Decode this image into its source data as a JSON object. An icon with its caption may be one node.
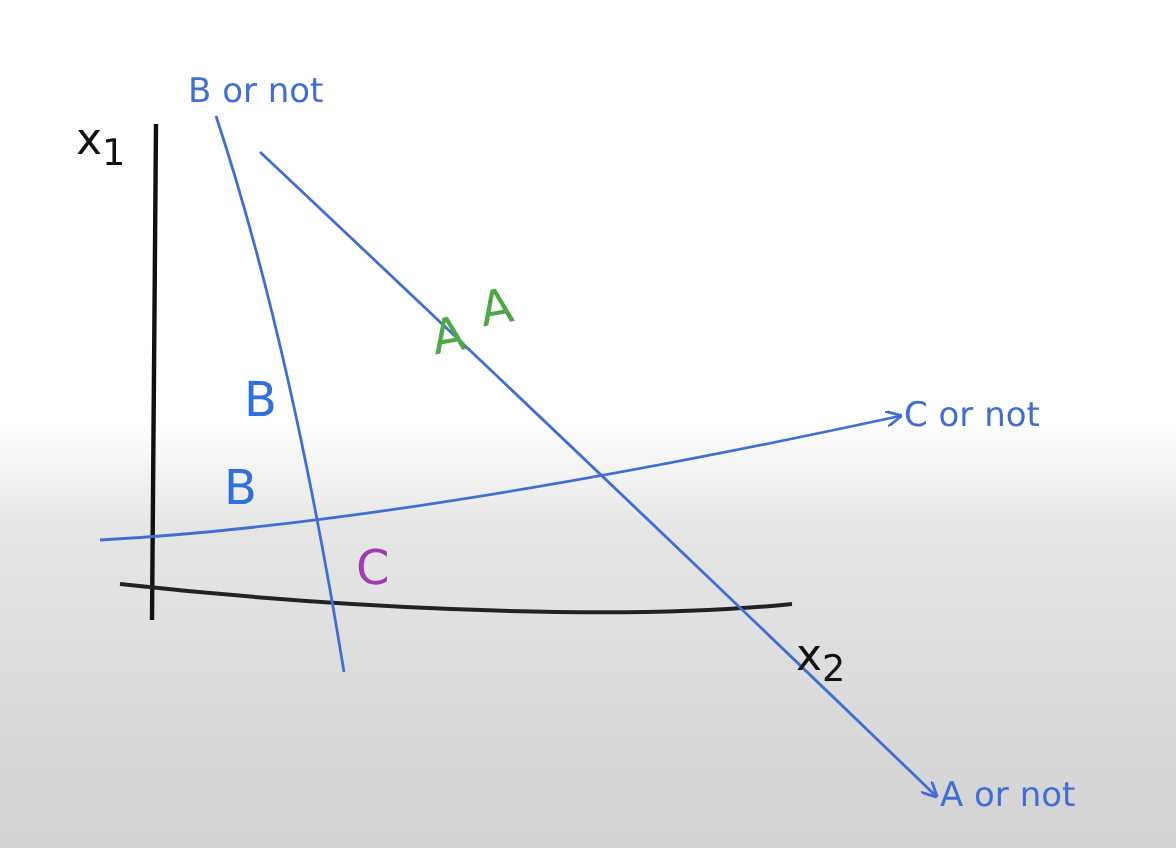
{
  "diagram": {
    "nodes": [
      {
        "text": [
          "B or not"
        ]
      },
      {
        "text": [
          "C or not"
        ]
      },
      {
        "text": [
          "A or not"
        ]
      }
    ],
    "edges": [
      {
        "from": null,
        "to": 0,
        "arrow": "none"
      },
      {
        "from": null,
        "to": 1,
        "arrow": "to"
      },
      {
        "from": null,
        "to": 2,
        "arrow": "to"
      }
    ],
    "labels": [
      "x$_{1}$",
      "A",
      "A",
      "B",
      "B",
      "C",
      "x$_{2}$"
    ]
  }
}
